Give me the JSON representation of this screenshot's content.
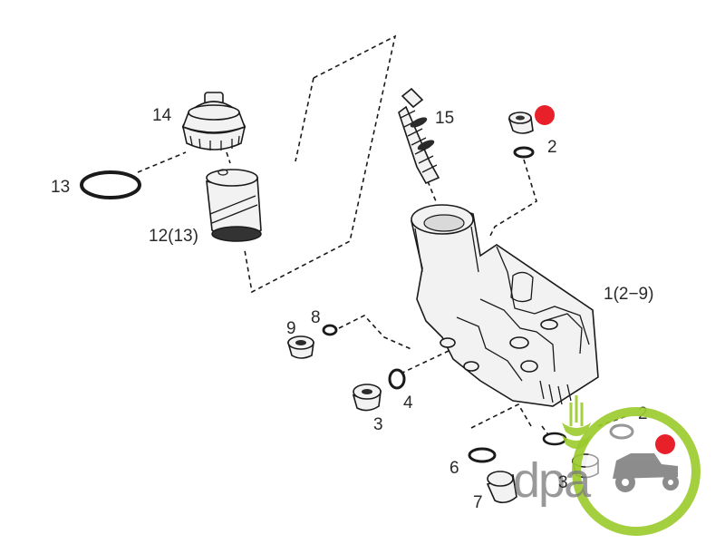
{
  "diagram": {
    "labels": {
      "p14": "14",
      "p15": "15",
      "p2_top": "2",
      "p13": "13",
      "p12": "12(13)",
      "p1": "1(2−9)",
      "p9": "9",
      "p8": "8",
      "p4": "4",
      "p3_mid": "3",
      "p2_bottom": "2",
      "p6": "6",
      "p7": "7",
      "p3_bottom": "3"
    },
    "marker_color": "#e8202a"
  },
  "watermark": {
    "text": "dpa",
    "ring_color": "#9ccb2e",
    "text_color": "#7d7d7d"
  }
}
